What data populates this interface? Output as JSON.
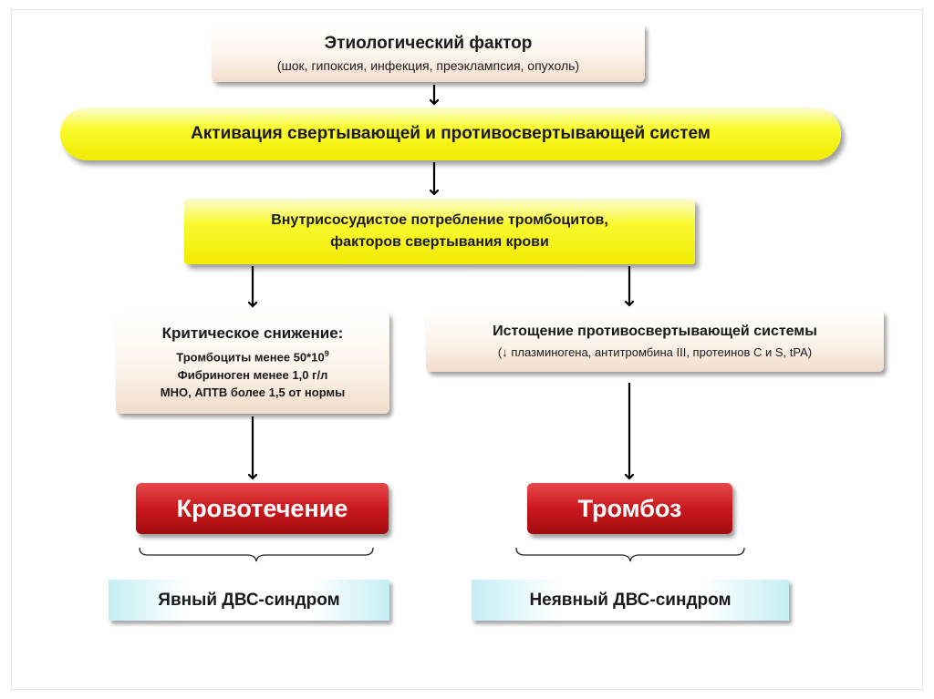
{
  "etiology": {
    "title": "Этиологический фактор",
    "subtitle": "(шок, гипоксия, инфекция, преэклампсия, опухоль)"
  },
  "activation": {
    "text": "Активация свертывающей и противосвертывающей систем"
  },
  "consumption": {
    "line1": "Внутрисосудистое потребление тромбоцитов,",
    "line2": "факторов свертывания крови"
  },
  "critical": {
    "title": "Критическое снижение:",
    "line1_text": "Тромбоциты менее 50*10",
    "line1_sup": "9",
    "line2": "Фибриноген менее 1,0 г/л",
    "line3": "МНО, АПТВ более 1,5 от нормы"
  },
  "depletion": {
    "title": "Истощение противосвертывающей системы",
    "detail_prefix": "(",
    "detail_arrow": "↓",
    "detail_text": " плазминогена, антитромбина III, протеинов С и S, tPA)"
  },
  "outcomes": {
    "bleeding": "Кровотечение",
    "thrombosis": "Тромбоз"
  },
  "syndromes": {
    "overt": "Явный ДВС-синдром",
    "latent": "Неявный ДВС-синдром"
  },
  "colors": {
    "yellow": "#f5f000",
    "red": "#c9181d",
    "cyan": "#c4eef3",
    "cream": "#f1dccb",
    "arrow": "#000000"
  }
}
